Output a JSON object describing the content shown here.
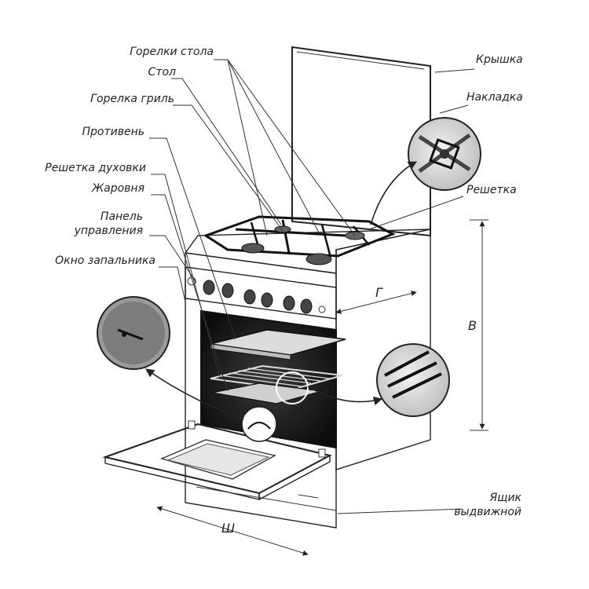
{
  "labels": {
    "gorelki_stola": "Горелки стола",
    "stol": "Стол",
    "gorelka_gril": "Горелка гриль",
    "protiven": "Противень",
    "reshetka_duhovki": "Решетка духовки",
    "zharovnya": "Жаровня",
    "panel_line1": "Панель",
    "panel_line2": "управления",
    "okno_zapalnika": "Окно запальника",
    "kryshka": "Крышка",
    "nakladka": "Накладка",
    "reshetka": "Решетка",
    "yashchik_line1": "Ящик",
    "yashchik_line2": "выдвижной"
  },
  "dimensions": {
    "height": "В",
    "depth": "Г",
    "width": "Ш"
  }
}
